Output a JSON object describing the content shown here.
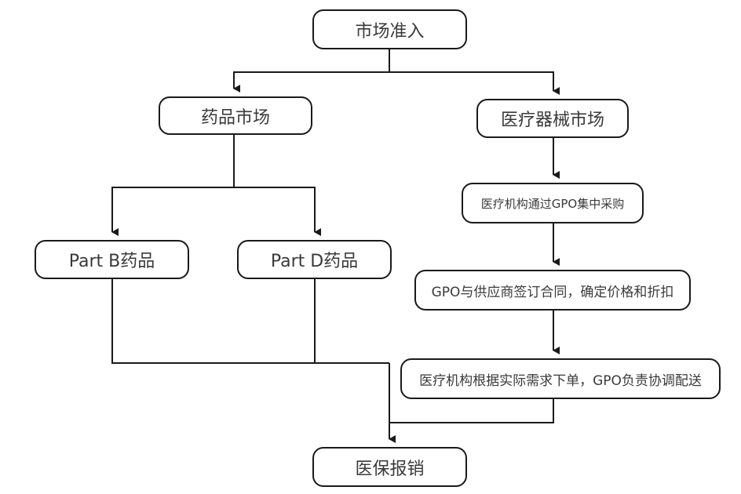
{
  "diagram": {
    "type": "flowchart",
    "line_color": "#1a1a1a",
    "nodes": {
      "market_access": "市场准入",
      "drug_market": "药品市场",
      "device_market": "医疗器械市场",
      "gpo_purchase": "医疗机构通过GPO集中采购",
      "part_b": "Part B药品",
      "part_d": "Part D药品",
      "gpo_contract": "GPO与供应商签订合同，确定价格和折扣",
      "order_delivery": "医疗机构根据实际需求下单，GPO负责协调配送",
      "reimbursement": "医保报销"
    },
    "edges": [
      {
        "from": "market_access",
        "to": "drug_market"
      },
      {
        "from": "market_access",
        "to": "device_market"
      },
      {
        "from": "drug_market",
        "to": "part_b"
      },
      {
        "from": "drug_market",
        "to": "part_d"
      },
      {
        "from": "device_market",
        "to": "gpo_purchase"
      },
      {
        "from": "gpo_purchase",
        "to": "gpo_contract"
      },
      {
        "from": "gpo_contract",
        "to": "order_delivery"
      },
      {
        "from": "part_b",
        "to": "reimbursement"
      },
      {
        "from": "part_d",
        "to": "reimbursement"
      },
      {
        "from": "order_delivery",
        "to": "reimbursement"
      }
    ]
  }
}
